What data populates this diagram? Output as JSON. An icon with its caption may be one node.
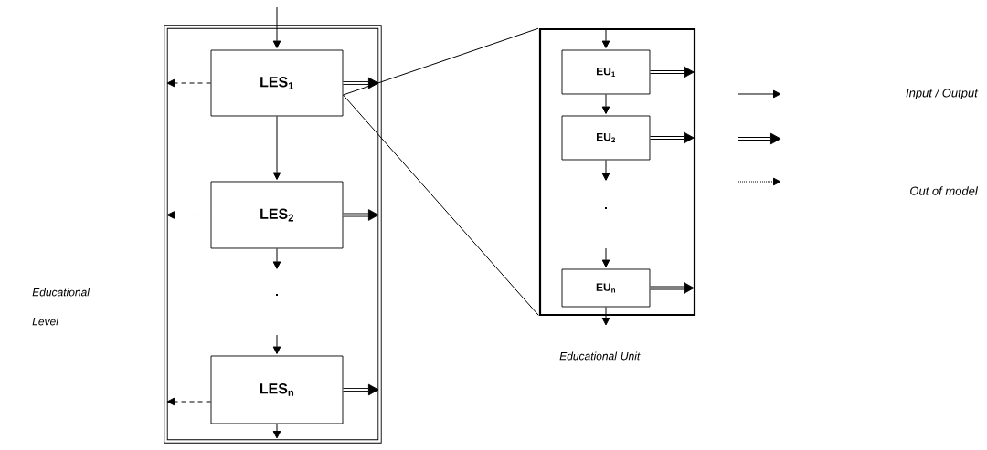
{
  "diagram": {
    "nodes": [
      {
        "text": [],
        "shape": "box"
      },
      {
        "text": [
          "LES$_{1}$"
        ],
        "in": 0
      },
      {
        "text": [
          "LES$_{2}$"
        ],
        "in": 0
      },
      {
        "text": [
          "LES$_{n}$"
        ],
        "in": 0
      },
      {
        "text": [],
        "shape": "box",
        "beside": [
          "Educational Unit"
        ]
      },
      {
        "text": [
          "EU$_{1}$"
        ],
        "in": 4
      },
      {
        "text": [
          "EU$_{2}$"
        ],
        "in": 4
      },
      {
        "text": [
          "EU$_{n}$"
        ],
        "in": 4
      }
    ],
    "edges": [
      {
        "from": null,
        "to": 1,
        "arrow": "to"
      },
      {
        "from": 1,
        "to": 2,
        "arrow": "to"
      },
      {
        "from": 2,
        "to": null,
        "arrow": "to"
      },
      {
        "from": null,
        "to": 3,
        "arrow": "to"
      },
      {
        "from": 3,
        "to": null,
        "arrow": "to"
      },
      {
        "from": 1,
        "to": 0,
        "arrow": "to",
        "style": "dashed"
      },
      {
        "from": 2,
        "to": 0,
        "arrow": "to",
        "style": "dashed"
      },
      {
        "from": 3,
        "to": 0,
        "arrow": "to",
        "style": "dashed"
      },
      {
        "from": 1,
        "to": 0,
        "arrow": "to",
        "style": "thick"
      },
      {
        "from": 2,
        "to": 0,
        "arrow": "to",
        "style": "thick"
      },
      {
        "from": 3,
        "to": 0,
        "arrow": "to",
        "style": "thick"
      },
      {
        "from": 1,
        "to": 4,
        "arrow": "none"
      },
      {
        "from": 1,
        "to": 4,
        "arrow": "none"
      },
      {
        "from": null,
        "to": 5,
        "arrow": "to"
      },
      {
        "from": 5,
        "to": 6,
        "arrow": "to"
      },
      {
        "from": 6,
        "to": null,
        "arrow": "to"
      },
      {
        "from": null,
        "to": 7,
        "arrow": "to"
      },
      {
        "from": 7,
        "to": null,
        "arrow": "to"
      },
      {
        "from": 5,
        "to": 4,
        "arrow": "to",
        "style": "thick"
      },
      {
        "from": 6,
        "to": 4,
        "arrow": "to",
        "style": "thick"
      },
      {
        "from": 7,
        "to": 4,
        "arrow": "to",
        "style": "thick"
      }
    ],
    "labels": [
      "Educational Level",
      ".",
      "."
    ],
    "legend": [
      {
        "text": "Input / Output"
      },
      {
        "text": "Out of model"
      }
    ]
  }
}
